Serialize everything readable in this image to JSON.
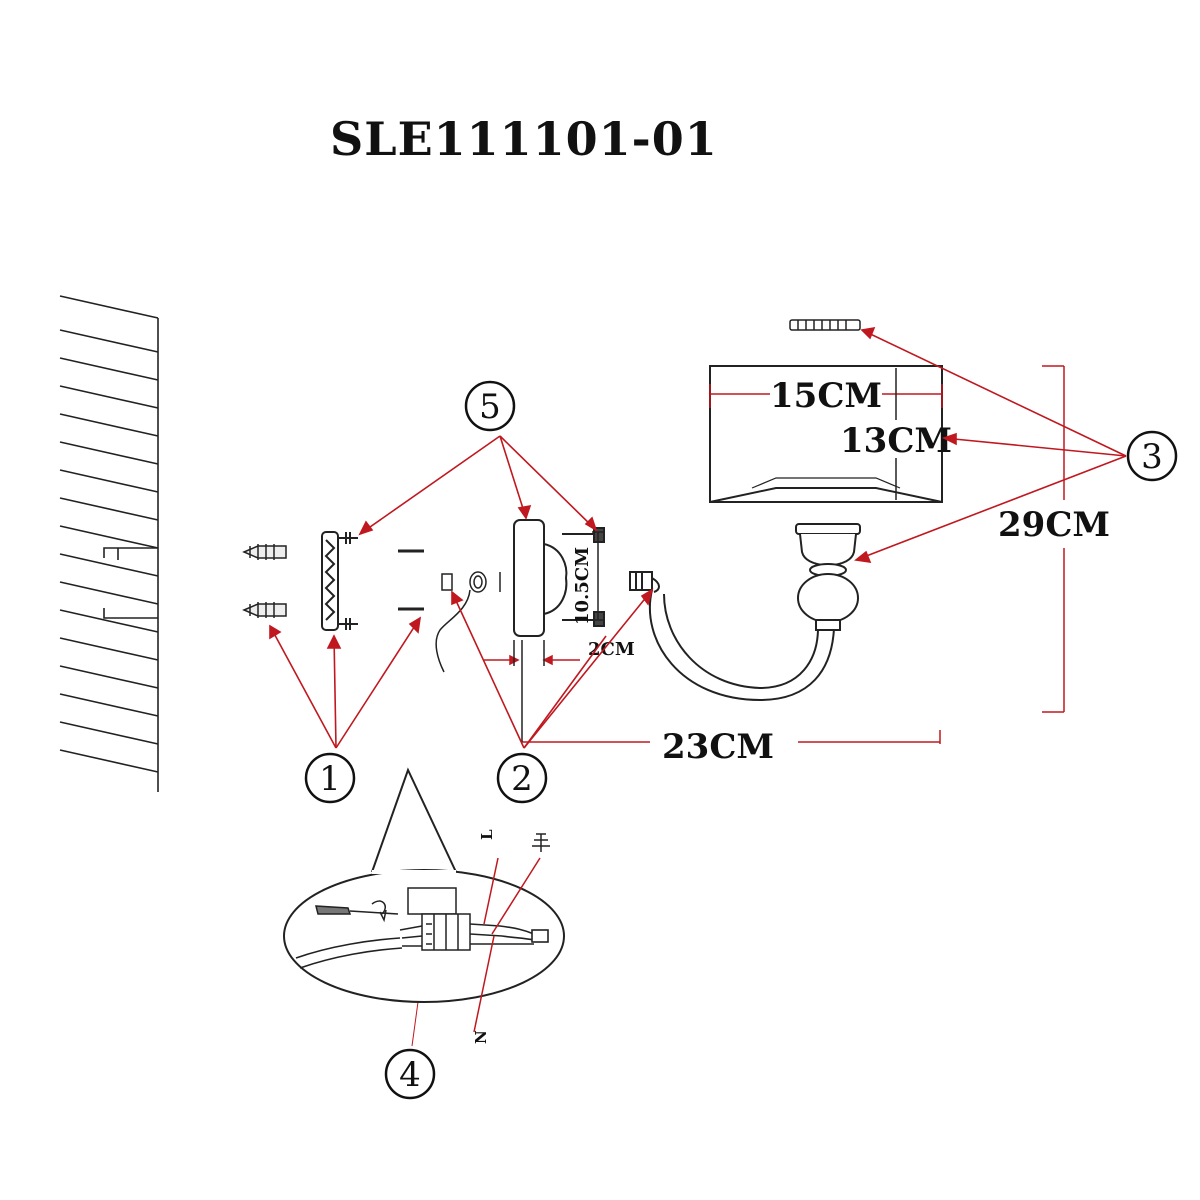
{
  "title": "SLE111101-01",
  "colors": {
    "line": "#111111",
    "leader": "#c0181f"
  },
  "callouts": [
    "1",
    "2",
    "3",
    "4",
    "5"
  ],
  "dimensions": {
    "shade_width": "15CM",
    "shade_height": "13CM",
    "total_height": "29CM",
    "projection": "23CM",
    "plate_height": "10.5CM",
    "plate_depth": "2CM"
  },
  "wires": {
    "live": "L",
    "neutral": "N",
    "earth": "earth-symbol"
  }
}
